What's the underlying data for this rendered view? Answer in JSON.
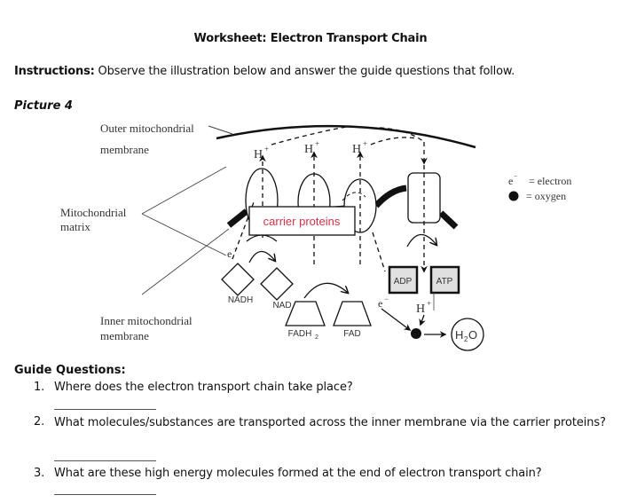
{
  "header": {
    "title": "Worksheet: Electron Transport Chain"
  },
  "instructions": {
    "label": "Instructions:",
    "text": " Observe the illustration below and answer the guide questions that follow."
  },
  "picture": {
    "label": "Picture 4"
  },
  "diagram": {
    "labels": {
      "outer_membrane_line1": "Outer mitochondrial",
      "outer_membrane_line2": "membrane",
      "matrix_line1": "Mitochondrial",
      "matrix_line2": "matrix",
      "inner_membrane_line1": "Inner mitochondrial",
      "inner_membrane_line2": "membrane",
      "carrier_proteins": "carrier proteins"
    },
    "protons": [
      "H",
      "H",
      "H",
      "H"
    ],
    "proton_charge": "+",
    "electron_symbol": "e",
    "electron_charge": "−",
    "molecules": {
      "nadh": "NADH",
      "nad": "NAD",
      "fadh2": "FADH",
      "fadh2_sub": "2",
      "fad": "FAD",
      "adp": "ADP",
      "atp": "ATP",
      "water": "H",
      "water_sub": "2",
      "water_o": "O"
    },
    "legend": {
      "electron_symbol": "e",
      "electron_text": "= electron",
      "oxygen_text": "= oxygen"
    },
    "colors": {
      "carrier_label": "#d2334a",
      "adp_atp_fill": "#e0e0e0"
    }
  },
  "guide": {
    "heading": "Guide Questions:",
    "questions": [
      {
        "num": "1.",
        "text": "Where does the electron transport chain take place?"
      },
      {
        "num": "2.",
        "text": "What molecules/substances are transported across the inner membrane via the carrier proteins?"
      },
      {
        "num": "3.",
        "text": "What are these high energy molecules formed at the end of electron transport chain?"
      }
    ]
  }
}
